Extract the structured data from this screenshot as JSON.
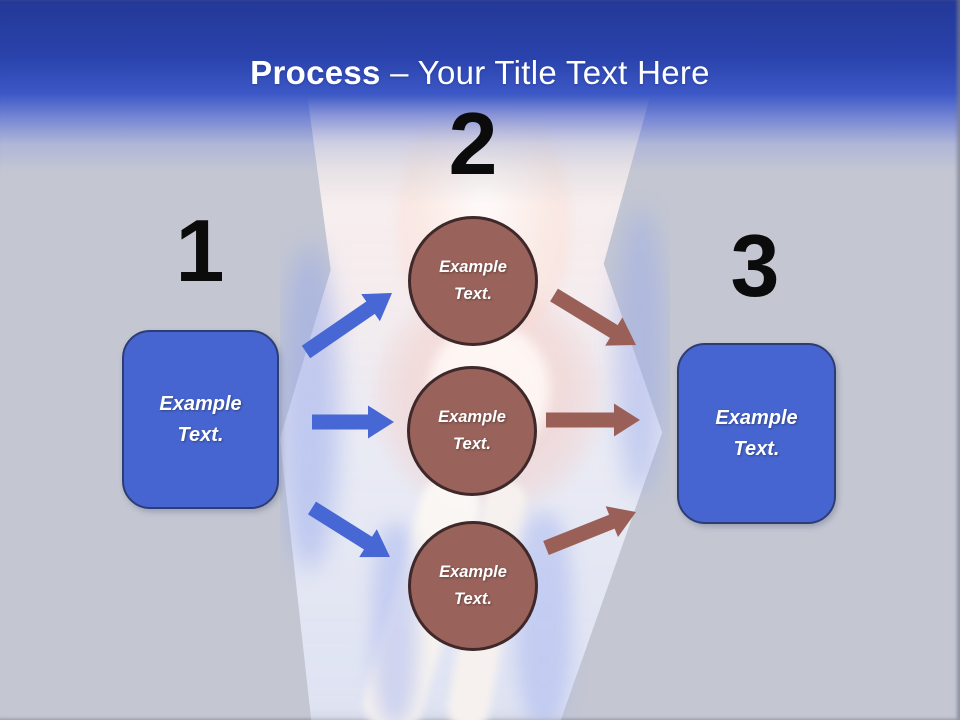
{
  "title": {
    "bold": "Process ",
    "regular": "– Your Title Text Here"
  },
  "steps": [
    {
      "number": "1",
      "label": "Example Text."
    },
    {
      "number": "2",
      "circles": [
        {
          "label": "Example Text."
        },
        {
          "label": "Example Text."
        },
        {
          "label": "Example Text."
        }
      ]
    },
    {
      "number": "3",
      "label": "Example Text."
    }
  ],
  "colors": {
    "header_top": "#233897",
    "header_mid": "#3C58C6",
    "slide_bg": "#C4C7D2",
    "title_text": "#FFFFFF",
    "number_text": "#0B0B0B",
    "box_fill": "#4765D0",
    "box_border": "#2D3D74",
    "box_text": "#FFFFFF",
    "circle_fill": "#99625B",
    "circle_border": "#3F2829",
    "circle_text": "#FFFFFF",
    "arrow_blue": "#4667D4",
    "arrow_brown": "#9A6058"
  }
}
